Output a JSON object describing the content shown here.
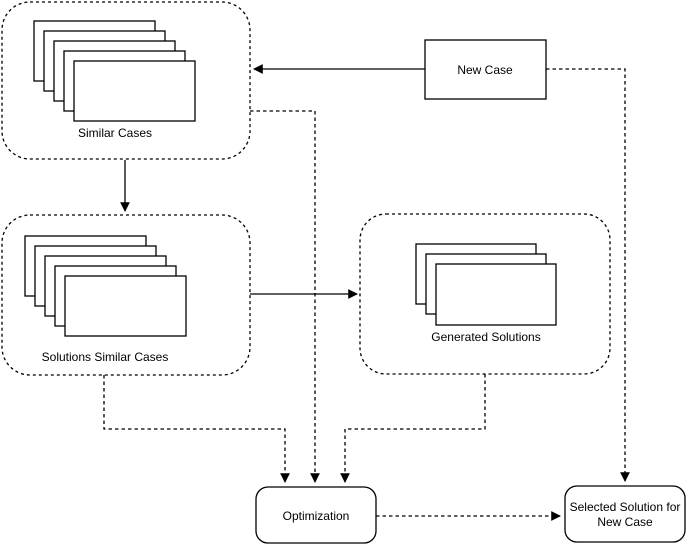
{
  "diagram": {
    "background_color": "#ffffff",
    "stroke_color": "#000000",
    "fill_color": "#ffffff",
    "nodes": {
      "similar_cases": {
        "label": "Similar Cases",
        "stack_count": 5,
        "shape": "dashed-rounded-container-with-stacked-cards"
      },
      "new_case": {
        "label": "New Case",
        "shape": "rectangle"
      },
      "solutions_similar_cases": {
        "label": "Solutions Similar Cases",
        "stack_count": 5,
        "shape": "dashed-rounded-container-with-stacked-cards"
      },
      "generated_solutions": {
        "label": "Generated Solutions",
        "stack_count": 3,
        "shape": "dashed-rounded-container-with-stacked-cards"
      },
      "optimization": {
        "label": "Optimization",
        "shape": "rounded-rectangle"
      },
      "selected_solution": {
        "label_line1": "Selected Solution for",
        "label_line2": "New Case",
        "shape": "rounded-rectangle"
      }
    },
    "edges": [
      {
        "from": "new_case",
        "to": "similar_cases",
        "style": "solid"
      },
      {
        "from": "similar_cases",
        "to": "solutions_similar_cases",
        "style": "solid"
      },
      {
        "from": "solutions_similar_cases",
        "to": "generated_solutions",
        "style": "solid"
      },
      {
        "from": "similar_cases",
        "to": "optimization",
        "style": "dashed"
      },
      {
        "from": "solutions_similar_cases",
        "to": "optimization",
        "style": "dashed"
      },
      {
        "from": "generated_solutions",
        "to": "optimization",
        "style": "dashed"
      },
      {
        "from": "new_case",
        "to": "selected_solution",
        "style": "dashed"
      },
      {
        "from": "optimization",
        "to": "selected_solution",
        "style": "dashed"
      }
    ]
  }
}
